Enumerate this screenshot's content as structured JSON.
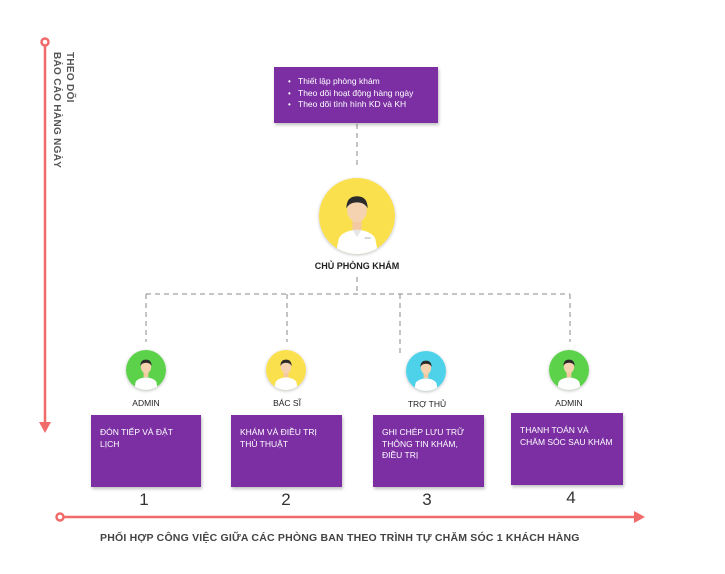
{
  "owner": {
    "responsibilities": [
      "Thiết lập phòng khám",
      "Theo dõi hoạt động hàng ngày",
      "Theo dõi tình hình KD và KH"
    ],
    "label": "CHỦ PHÒNG KHÁM",
    "avatar_color": "#fbe04d"
  },
  "roles": [
    {
      "label": "ADMIN",
      "task": "ĐÓN TIẾP VÀ ĐẶT LỊCH",
      "step": "1",
      "avatar_color": "#5bd24a"
    },
    {
      "label": "BÁC SĨ",
      "task": "KHÁM VÀ ĐIỀU TRỊ THỦ THUẬT",
      "step": "2",
      "avatar_color": "#fbe04d"
    },
    {
      "label": "TRỢ THỦ",
      "task": "GHI CHÉP LƯU TRỮ THÔNG TIN KHÁM, ĐIỀU TRỊ",
      "step": "3",
      "avatar_color": "#4ed2ea"
    },
    {
      "label": "ADMIN",
      "task": "THANH TOÁN VÀ CHĂM SÓC SAU KHÁM",
      "step": "4",
      "avatar_color": "#5bd24a"
    }
  ],
  "axes": {
    "vertical_label_line1": "THEO DÕI",
    "vertical_label_line2": "BÁO CÁO HÀNG NGÀY",
    "horizontal_label": "PHỐI HỢP CÔNG VIỆC GIỮA CÁC PHÒNG BAN THEO TRÌNH TỰ CHĂM SÓC 1 KHÁCH HÀNG"
  },
  "colors": {
    "box": "#7b2fa3",
    "axis": "#f26b6b",
    "connector": "#8a8a8a"
  }
}
